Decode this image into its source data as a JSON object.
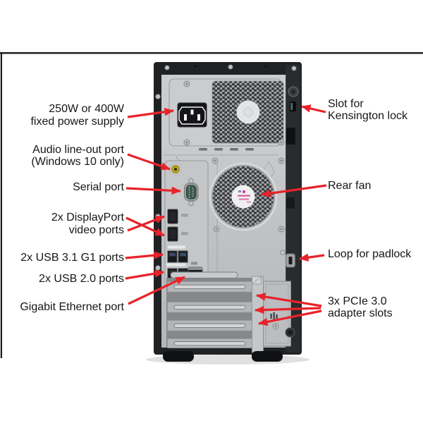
{
  "figure": {
    "callouts_left": [
      {
        "id": "power-supply",
        "lines": [
          "250W or 400W",
          "fixed power supply"
        ]
      },
      {
        "id": "audio-line-out",
        "lines": [
          "Audio line-out port",
          "(Windows 10 only)"
        ]
      },
      {
        "id": "serial-port",
        "lines": [
          "Serial port"
        ]
      },
      {
        "id": "displayport",
        "lines": [
          "2x DisplayPort",
          "video ports"
        ]
      },
      {
        "id": "usb31",
        "lines": [
          "2x USB 3.1 G1 ports"
        ]
      },
      {
        "id": "usb20",
        "lines": [
          "2x USB 2.0 ports"
        ]
      },
      {
        "id": "ethernet",
        "lines": [
          "Gigabit Ethernet port"
        ]
      }
    ],
    "callouts_right": [
      {
        "id": "kensington",
        "lines": [
          "Slot for",
          "Kensington lock"
        ]
      },
      {
        "id": "rear-fan",
        "lines": [
          "Rear fan"
        ]
      },
      {
        "id": "padlock-loop",
        "lines": [
          "Loop for padlock"
        ]
      },
      {
        "id": "pcie-slots",
        "lines": [
          "3x PCIe 3.0",
          "adapter slots"
        ]
      }
    ],
    "colors": {
      "arrow": "#e8232a",
      "label_text": "#161616",
      "frame_border": "#1a1a1a",
      "chassis": "#202124",
      "panel": "#c6c7c9"
    }
  }
}
